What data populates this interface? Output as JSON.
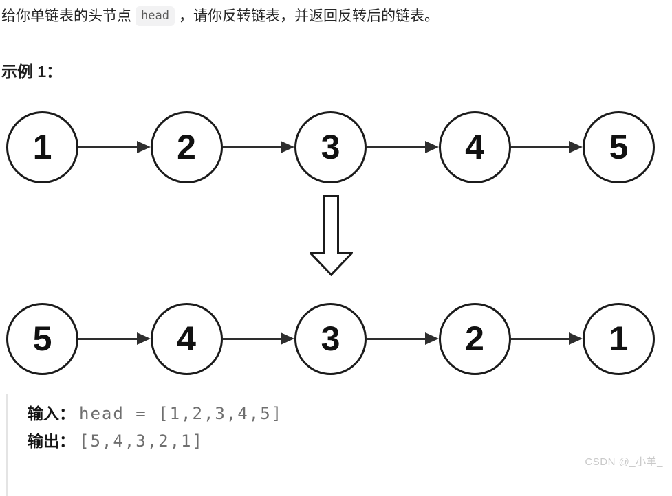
{
  "problem": {
    "text_before_code": "给你单链表的头节点",
    "code_token": "head",
    "text_after_code": "，请你反转链表，并返回反转后的链表。"
  },
  "example": {
    "heading": "示例 1：",
    "input_label": "输入：",
    "input_value": "head = [1,2,3,4,5]",
    "output_label": "输出：",
    "output_value": "[5,4,3,2,1]"
  },
  "diagram": {
    "type": "linked-list-transformation",
    "original_list": [
      1,
      2,
      3,
      4,
      5
    ],
    "reversed_list": [
      5,
      4,
      3,
      2,
      1
    ],
    "transform_icon": "down-arrow-icon"
  },
  "watermark": "CSDN @_小羊_",
  "colors": {
    "node_stroke": "#1b1b1b",
    "arrow": "#2e2e2e",
    "code_text": "#6f6f6f",
    "code_badge_bg": "#f2f2f3",
    "quote_bar": "#e4e4e4",
    "watermark": "#c9c9c9"
  }
}
